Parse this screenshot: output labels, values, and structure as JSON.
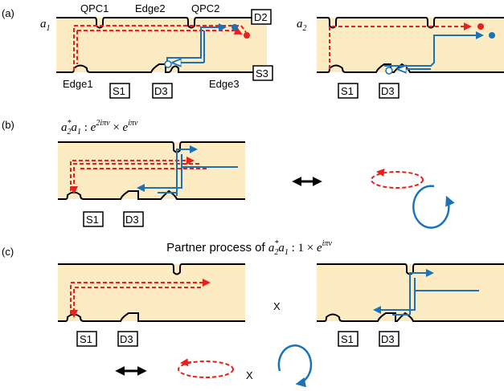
{
  "panels": {
    "a": {
      "tag": "(a)",
      "left": {
        "amp_base": "a",
        "amp_sub": "1",
        "qpc1": "QPC1",
        "edge2": "Edge2",
        "qpc2": "QPC2",
        "d2": "D2",
        "s3": "S3",
        "edge1": "Edge1",
        "edge3": "Edge3",
        "s1": "S1",
        "d3": "D3"
      },
      "right": {
        "amp_base": "a",
        "amp_sub": "2",
        "s1": "S1",
        "d3": "D3"
      }
    },
    "b": {
      "tag": "(b)",
      "formula": {
        "a2": "a",
        "a2_sup": "*",
        "a2_sub": "2",
        "a1": "a",
        "a1_sub": "1",
        "sep": " : ",
        "e1": "e",
        "e1_sup": "2iπν",
        "times": " × ",
        "e2": "e",
        "e2_sup": "iπν"
      },
      "s1": "S1",
      "d3": "D3"
    },
    "c": {
      "tag": "(c)",
      "title_prefix": "Partner process of ",
      "formula": {
        "a2": "a",
        "a2_sup": "*",
        "a2_sub": "2",
        "a1": "a",
        "a1_sub": "1",
        "sep": " : ",
        "one": "1",
        "times": " × ",
        "e": "e",
        "e_sup": "iπν"
      },
      "multiply_mid": "X",
      "multiply_bottom": "X",
      "left": {
        "s1": "S1",
        "d3": "D3"
      },
      "right": {
        "s1": "S1",
        "d3": "D3"
      }
    }
  },
  "colors": {
    "sample": "#fdebc4",
    "red": "#e8201c",
    "blue": "#1a72b8",
    "edge": "#000000"
  },
  "icons": [
    "double-arrow-icon",
    "red-dashed-loop-icon",
    "blue-loop-icon"
  ]
}
